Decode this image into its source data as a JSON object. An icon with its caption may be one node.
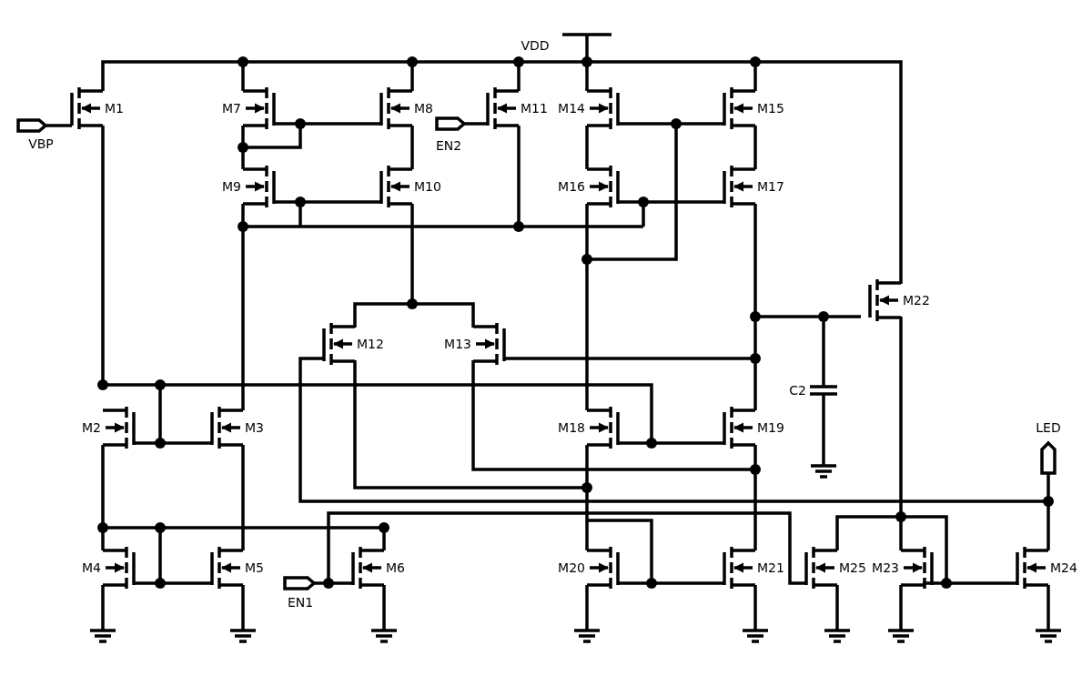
{
  "diagram": {
    "labels": [
      "VDD",
      "M1",
      "M7",
      "M8",
      "M11",
      "M14",
      "M15",
      "VBP",
      "EN2",
      "M9",
      "M10",
      "M16",
      "M17",
      "M22",
      "M12",
      "M13",
      "C2",
      "M2",
      "M3",
      "M18",
      "M19",
      "LED",
      "M4",
      "M5",
      "M6",
      "M20",
      "M21",
      "M25",
      "M23",
      "M24",
      "EN1"
    ]
  }
}
